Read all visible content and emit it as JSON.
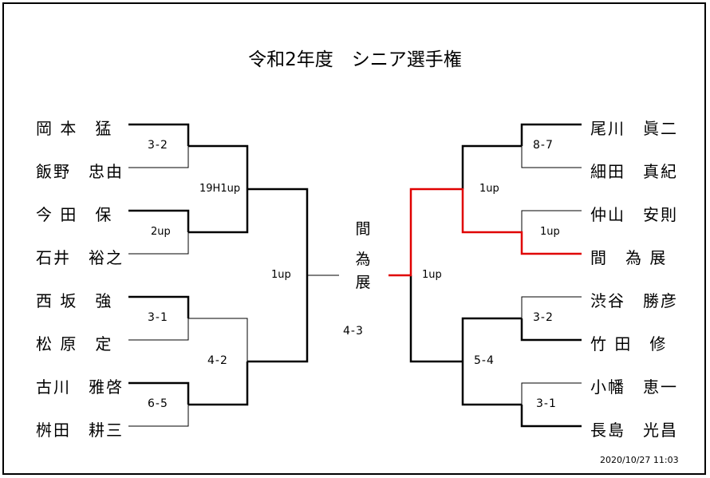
{
  "title": "令和2年度　シニア選手権",
  "left_players": [
    "岡 本　猛",
    "飯野　忠由",
    "今 田　保",
    "石井　裕之",
    "西 坂　強",
    "松 原　定",
    "古川　雅啓",
    "桝田　耕三"
  ],
  "right_players": [
    "尾川　眞二",
    "細田　真紀",
    "仲山　安則",
    "間　為 展",
    "渋谷　勝彦",
    "竹 田　修",
    "小幡　恵一",
    "長島　光昌"
  ],
  "scores": {
    "left_r1": [
      "3-2",
      "2up",
      "3-1",
      "6-5"
    ],
    "left_r2": [
      "19H1up",
      "4-2"
    ],
    "left_r3": "1up",
    "right_r1": [
      "8-7",
      "1up",
      "3-2",
      "3-1"
    ],
    "right_r2": [
      "1up",
      "5-4"
    ],
    "right_r3": "1up",
    "final": "4-3"
  },
  "champion": [
    "間",
    "為",
    "展"
  ],
  "timestamp": "2020/10/27  11:03",
  "colors": {
    "line": "#000000",
    "winner_path": "#e00000"
  }
}
